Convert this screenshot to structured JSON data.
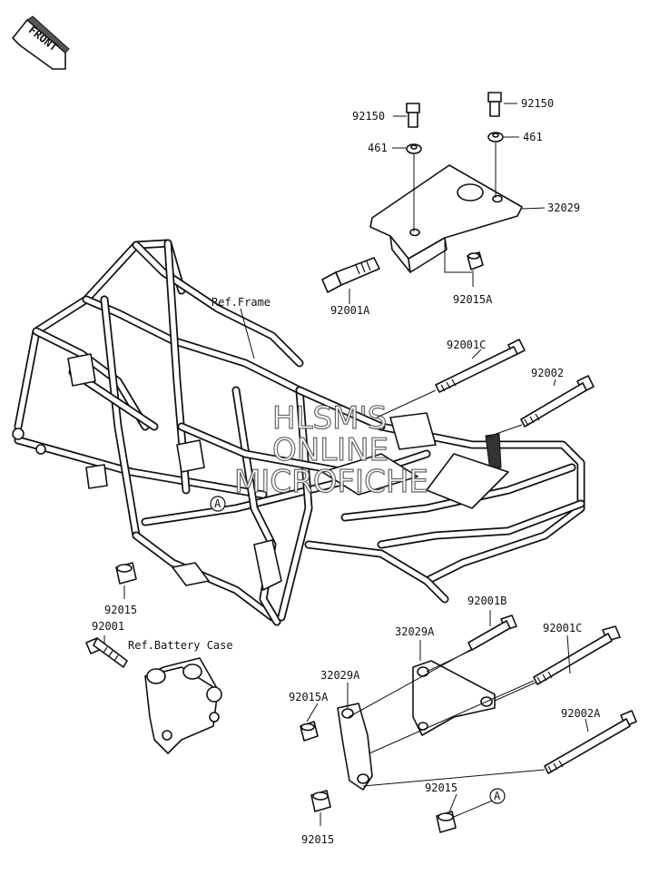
{
  "front_badge": "FRONT",
  "watermark": [
    "HLSM'S",
    "ONLINE",
    "MICROFICHE"
  ],
  "labels": {
    "p92150_left": "92150",
    "p92150_right": "92150",
    "p461_left": "461",
    "p461_right": "461",
    "p32029": "32029",
    "p92001A": "92001A",
    "p92015A_top": "92015A",
    "ref_frame": "Ref.Frame",
    "p92001C_top": "92001C",
    "p92002": "92002",
    "p92015_left": "92015",
    "p92001": "92001",
    "ref_battery": "Ref.Battery Case",
    "p92001B": "92001B",
    "p32029A_top": "32029A",
    "p92001C_right": "92001C",
    "p32029A_left": "32029A",
    "p92015A_bottom": "92015A",
    "p92002A": "92002A",
    "p92015_right": "92015",
    "p92015_bottom": "92015",
    "marker_a_frame": "A",
    "marker_a_bottom": "A"
  }
}
